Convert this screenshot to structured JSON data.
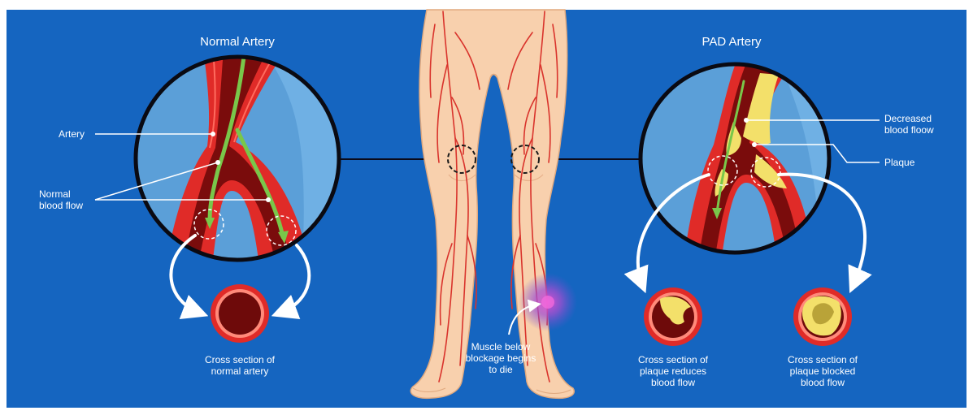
{
  "colors": {
    "background": "#1565c0",
    "circle_fill": "#5b9fd8",
    "artery_red": "#e02b28",
    "artery_dark": "#7a0c0c",
    "flow_green": "#79c74a",
    "plaque_yellow": "#f3e06a",
    "skin": "#f8d0ad",
    "vein": "#d9332c",
    "pain_purple": "#9a4fc7"
  },
  "normal_panel": {
    "title": "Normal Artery",
    "artery_label": "Artery",
    "flow_label_line1": "Normal",
    "flow_label_line2": "blood flow",
    "cross_caption_line1": "Cross section of",
    "cross_caption_line2": "normal artery"
  },
  "legs_panel": {
    "muscle_line1": "Muscle below",
    "muscle_line2": "blockage begins",
    "muscle_line3": "to die"
  },
  "pad_panel": {
    "title": "PAD Artery",
    "decreased_line1": "Decreased",
    "decreased_line2": "blood floow",
    "plaque_label": "Plaque",
    "reduce_line1": "Cross section of",
    "reduce_line2": "plaque reduces",
    "reduce_line3": "blood flow",
    "blocked_line1": "Cross section of",
    "blocked_line2": "plaque blocked",
    "blocked_line3": "blood flow"
  }
}
